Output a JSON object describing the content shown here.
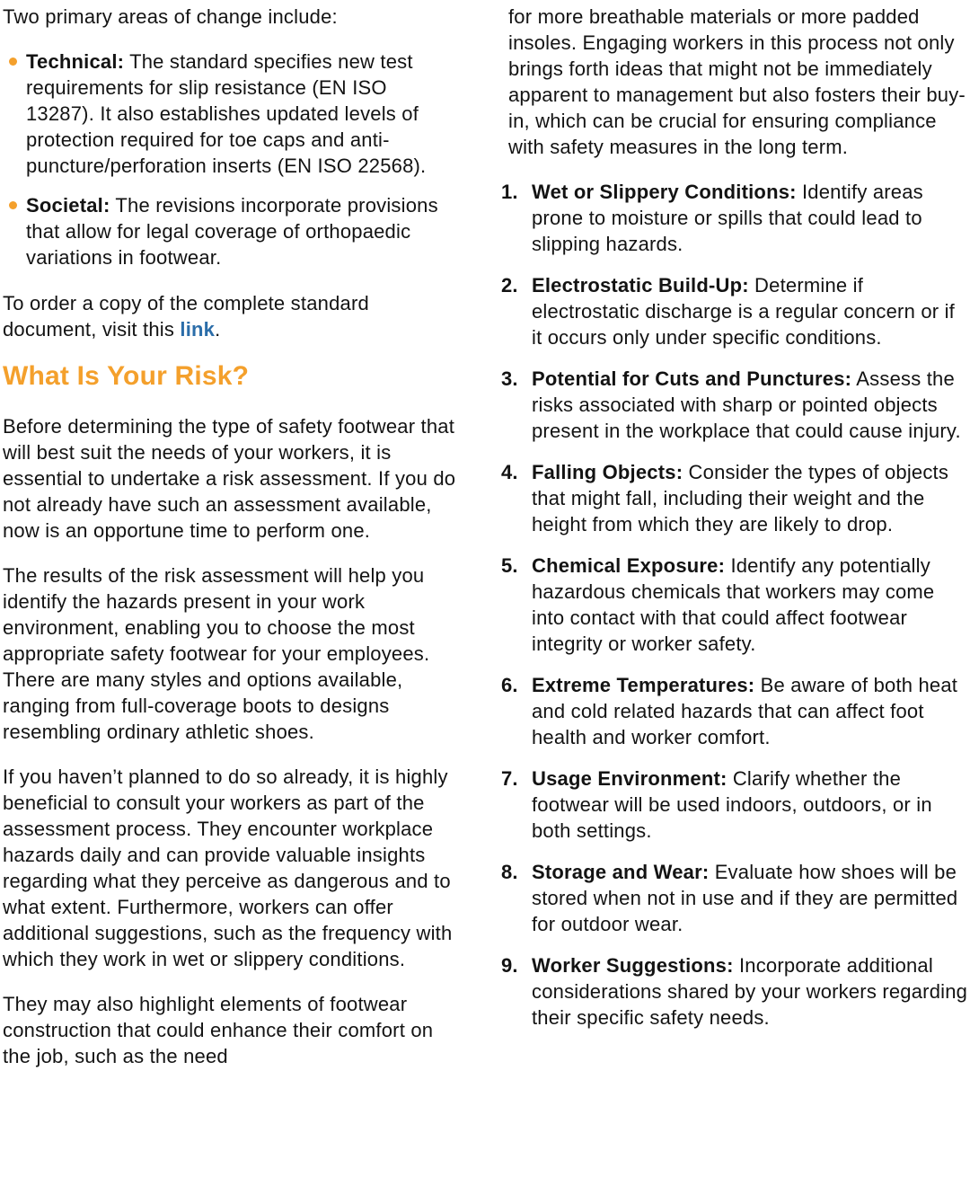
{
  "page": {
    "colors": {
      "accent_orange": "#F4A02C",
      "link_blue": "#2B6DA9",
      "text_color": "#131313"
    }
  },
  "left_column": {
    "intro": "Two primary areas of change include:",
    "bullets": [
      {
        "label": "Technical:",
        "text": "The standard specifies new test requirements for slip resistance (EN ISO 13287). It also establishes updated levels of protection required for toe caps and anti-puncture/perforation inserts (EN ISO 22568)."
      },
      {
        "label": "Societal:",
        "text": "The revisions incorporate provisions that allow for legal coverage of orthopaedic variations in footwear."
      }
    ],
    "order_paragraph": {
      "before_link": "To order a copy of the complete standard document, visit this",
      "link_text": "link",
      "after_link": "."
    },
    "heading": "What Is Your Risk?",
    "paragraphs": [
      "Before determining the type of safety footwear that will best suit the needs of your workers, it is essential to undertake a risk assessment. If you do not already have such an assessment available, now is an opportune time to perform one.",
      "The results of the risk assessment will help you identify the hazards present in your work environment, enabling you to choose the most appropriate safety footwear for your employees. There are many styles and options available, ranging from full-coverage boots to designs resembling ordinary athletic shoes.",
      "If you haven’t planned to do so already, it is highly beneficial to consult your workers as part of the assessment process. They encounter workplace hazards daily and can provide valuable insights regarding what they perceive as dangerous and to what extent. Furthermore, workers can offer additional suggestions, such as the frequency with which they work in wet or slippery conditions.",
      "They may also highlight elements of footwear construction that could enhance their comfort on the job, such as the need"
    ]
  },
  "right_column": {
    "continuation_paragraph": "for more breathable materials or more padded insoles. Engaging workers in this process not only brings forth ideas that might not be immediately apparent to management but also fosters their buy-in, which can be crucial for ensuring compliance with safety measures in the long term.",
    "numbered_items": [
      {
        "number": "1.",
        "label": "Wet or Slippery Conditions:",
        "text": "Identify areas prone to moisture or spills that could lead to slipping hazards."
      },
      {
        "number": "2.",
        "label": "Electrostatic Build-Up:",
        "text": "Determine if electrostatic discharge is a regular concern or if it occurs only under specific conditions."
      },
      {
        "number": "3.",
        "label": "Potential for Cuts and Punctures:",
        "text": "Assess the risks associated with sharp or pointed objects present in the workplace that could cause injury."
      },
      {
        "number": "4.",
        "label": "Falling Objects:",
        "text": "Consider the types of objects that might fall, including their weight and the height from which they are likely to drop."
      },
      {
        "number": "5.",
        "label": "Chemical Exposure:",
        "text": "Identify any potentially hazardous chemicals that workers may come into contact with that could affect footwear integrity or worker safety."
      },
      {
        "number": "6.",
        "label": "Extreme Temperatures:",
        "text": "Be aware of both heat and cold related hazards that can affect foot health and worker comfort."
      },
      {
        "number": "7.",
        "label": "Usage Environment:",
        "text": "Clarify whether the footwear will be used indoors, outdoors, or in both settings."
      },
      {
        "number": "8.",
        "label": "Storage and Wear:",
        "text": "Evaluate how shoes will be stored when not in use and if they are permitted for outdoor wear."
      },
      {
        "number": "9.",
        "label": "Worker Suggestions:",
        "text": "Incorporate additional considerations shared by your workers regarding their specific safety needs."
      }
    ]
  }
}
